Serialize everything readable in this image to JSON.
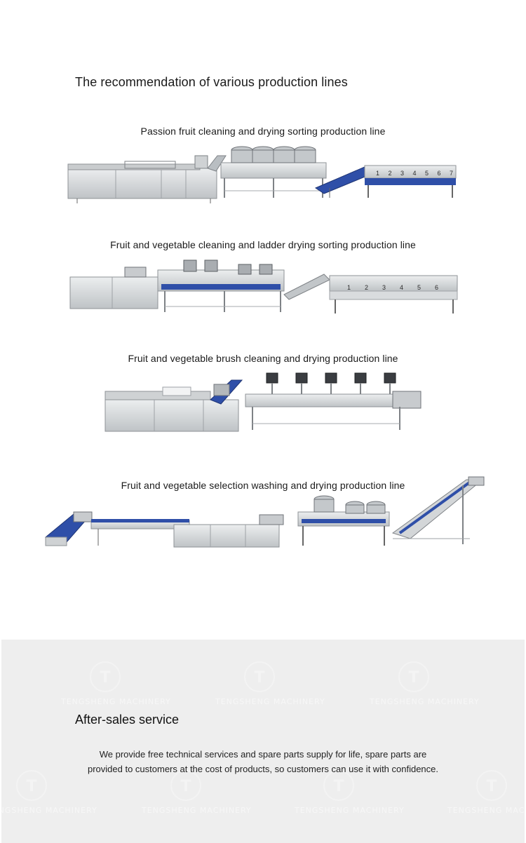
{
  "heading": "The recommendation of various production lines",
  "production_lines": [
    {
      "title": "Passion fruit cleaning and drying sorting production line",
      "image": "passion-fruit-line-illustration"
    },
    {
      "title": "Fruit and vegetable cleaning and ladder drying sorting production line",
      "image": "ladder-drying-line-illustration"
    },
    {
      "title": "Fruit and vegetable brush cleaning and drying production line",
      "image": "brush-cleaning-line-illustration"
    },
    {
      "title": "Fruit and vegetable selection  washing and drying production line",
      "image": "selection-washing-line-illustration"
    }
  ],
  "sorter_numbers_1": [
    "1",
    "2",
    "3",
    "4",
    "5",
    "6",
    "7"
  ],
  "sorter_numbers_2": [
    "1",
    "2",
    "3",
    "4",
    "5",
    "6"
  ],
  "after_sales": {
    "title": "After-sales service",
    "line1": "We provide free technical services and spare parts supply for life, spare parts are",
    "line2": "provided to customers at the cost of products, so customers can use it with confidence.",
    "watermark": "TENGSHENG MACHINERY"
  },
  "colors": {
    "steel": "#d6d8da",
    "steel_dark": "#9ea2a6",
    "belt_blue": "#2f4fa8",
    "panel_gray": "#eeeeee"
  }
}
